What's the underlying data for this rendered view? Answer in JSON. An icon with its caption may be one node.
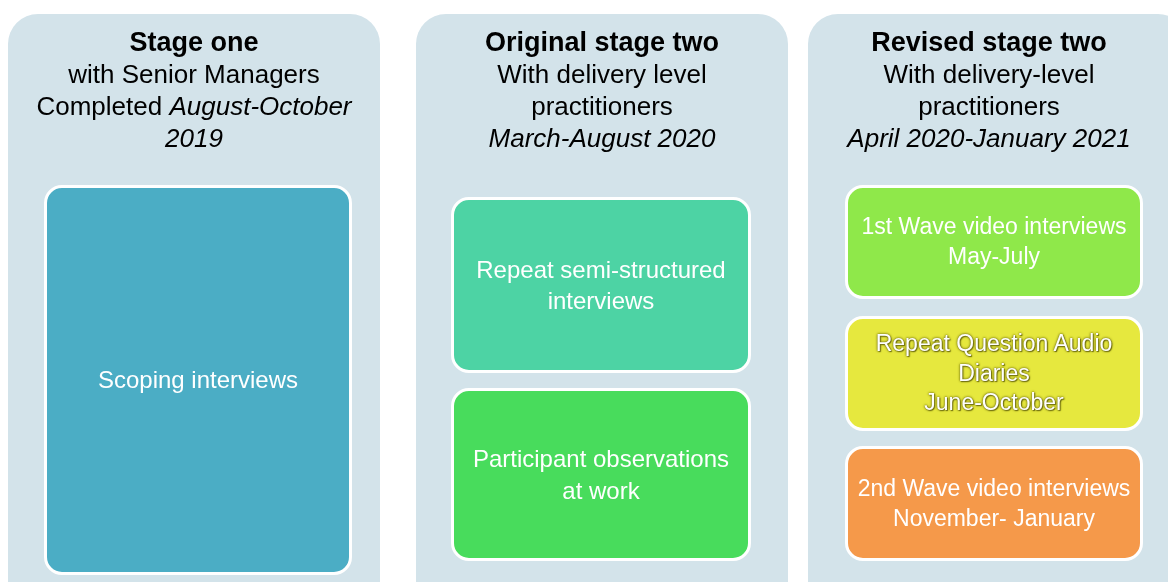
{
  "diagram": {
    "nodes": [
      {
        "text": [
          "Stage one",
          "with Senior Managers Completed *August-October 2019*"
        ]
      },
      {
        "text": [
          "Scoping interviews"
        ],
        "in": 0
      },
      {
        "text": [
          "Original stage two",
          "With delivery level practitioners",
          "March-August 2020"
        ]
      },
      {
        "text": [
          "Repeat semi-structured interviews"
        ],
        "in": 2
      },
      {
        "text": [
          "Participant observations at work"
        ],
        "in": 2
      },
      {
        "text": [
          "Revised stage two",
          "With delivery-level practitioners",
          "April 2020-January 2021"
        ]
      },
      {
        "text": [
          "1st Wave video interviews",
          "May-July"
        ],
        "in": 5
      },
      {
        "text": [
          "Repeat Question Audio Diaries",
          "June-October"
        ],
        "in": 5
      },
      {
        "text": [
          "2nd Wave video interviews",
          "November- January"
        ],
        "in": 5
      }
    ]
  }
}
